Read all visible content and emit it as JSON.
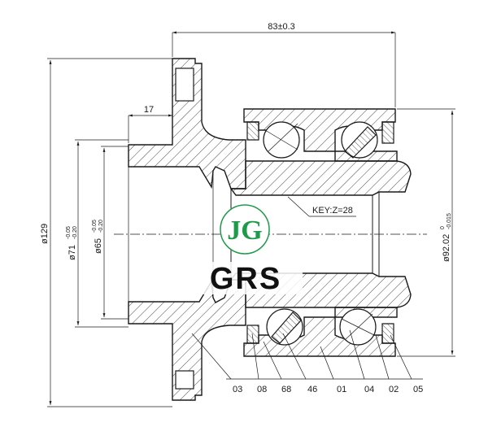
{
  "dimensions": {
    "overall_length": "83±0.3",
    "flange_offset": "17",
    "flange_diameter": "ø129",
    "pilot_diameter_base": "ø71",
    "pilot_diameter_tol_upper": "-0.05",
    "pilot_diameter_tol_lower": "-0.20",
    "bore_diameter_base": "ø65",
    "bore_diameter_tol_upper": "-0.05",
    "bore_diameter_tol_lower": "-0.20",
    "outer_diameter_base": "ø92.02",
    "outer_diameter_tol_upper": "0",
    "outer_diameter_tol_lower": "-0.015",
    "spline_key": "KEY:Z=28"
  },
  "part_callouts": [
    "03",
    "08",
    "68",
    "46",
    "01",
    "04",
    "02",
    "05"
  ],
  "logos": {
    "top": "JG",
    "bottom": "GRS"
  },
  "colors": {
    "line": "#1a1a1a",
    "logo_green": "#1f9a4a",
    "background": "#ffffff"
  }
}
